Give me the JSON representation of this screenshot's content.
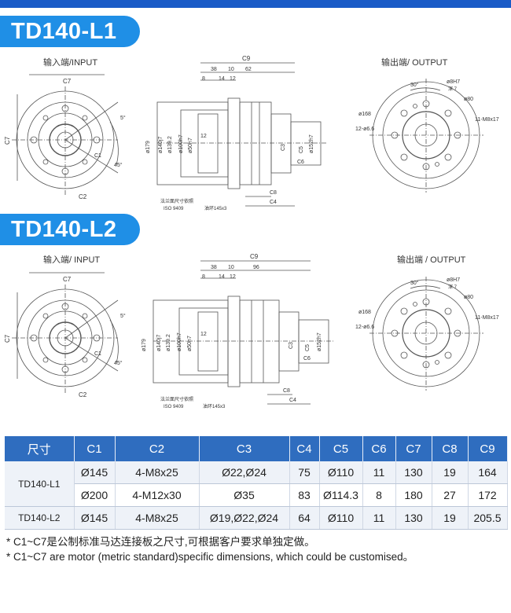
{
  "section1": {
    "title": "TD140-L1",
    "input_label": "输入端/INPUT",
    "output_label": "输出端/ OUTPUT"
  },
  "section2": {
    "title": "TD140-L2",
    "input_label": "输入端/ INPUT",
    "output_label": "输出端 / OUTPUT"
  },
  "drawing1": {
    "c7": "C7",
    "c1": "C1",
    "c2": "C2",
    "c3": "C3",
    "c4": "C4",
    "c5": "C5",
    "c6": "C6",
    "c8": "C8",
    "c9": "C9",
    "d38": "38",
    "d10": "10",
    "d62": "62",
    "d8": "8",
    "d14": "14",
    "d12": "12",
    "d12b": "12",
    "o179": "ø179",
    "o140": "ø140j7",
    "o139": "ø139.2",
    "o100": "ø100h7",
    "o50": "ø50h7",
    "o152": "ø152h7",
    "flange_note": "法兰面尺寸依照",
    "iso": "ISO 9409",
    "oil": "油环145x3",
    "a45": "45°",
    "a5": "5°",
    "a30": "30°",
    "o8": "ø8H7",
    "depth": "深 7",
    "o80": "ø80",
    "o168": "ø168",
    "hole12": "12-ø6.6",
    "m8": "11-M8x17"
  },
  "drawing2": {
    "d38": "38",
    "d10": "10",
    "d96": "96"
  },
  "table": {
    "headers": [
      "尺寸",
      "C1",
      "C2",
      "C3",
      "C4",
      "C5",
      "C6",
      "C7",
      "C8",
      "C9"
    ],
    "rows": [
      {
        "model": "TD140-L1",
        "cells": [
          "Ø145",
          "4-M8x25",
          "Ø22,Ø24",
          "75",
          "Ø110",
          "11",
          "130",
          "19",
          "164"
        ]
      },
      {
        "model": "",
        "cells": [
          "Ø200",
          "4-M12x30",
          "Ø35",
          "83",
          "Ø114.3",
          "8",
          "180",
          "27",
          "172"
        ]
      },
      {
        "model": "TD140-L2",
        "cells": [
          "Ø145",
          "4-M8x25",
          "Ø19,Ø22,Ø24",
          "64",
          "Ø110",
          "11",
          "130",
          "19",
          "205.5"
        ]
      }
    ]
  },
  "notes": [
    "* C1~C7是公制标准马达连接板之尺寸,可根据客户要求单独定做。",
    "* C1~C7 are motor (metric standard)specific dimensions, which could be customised。"
  ]
}
